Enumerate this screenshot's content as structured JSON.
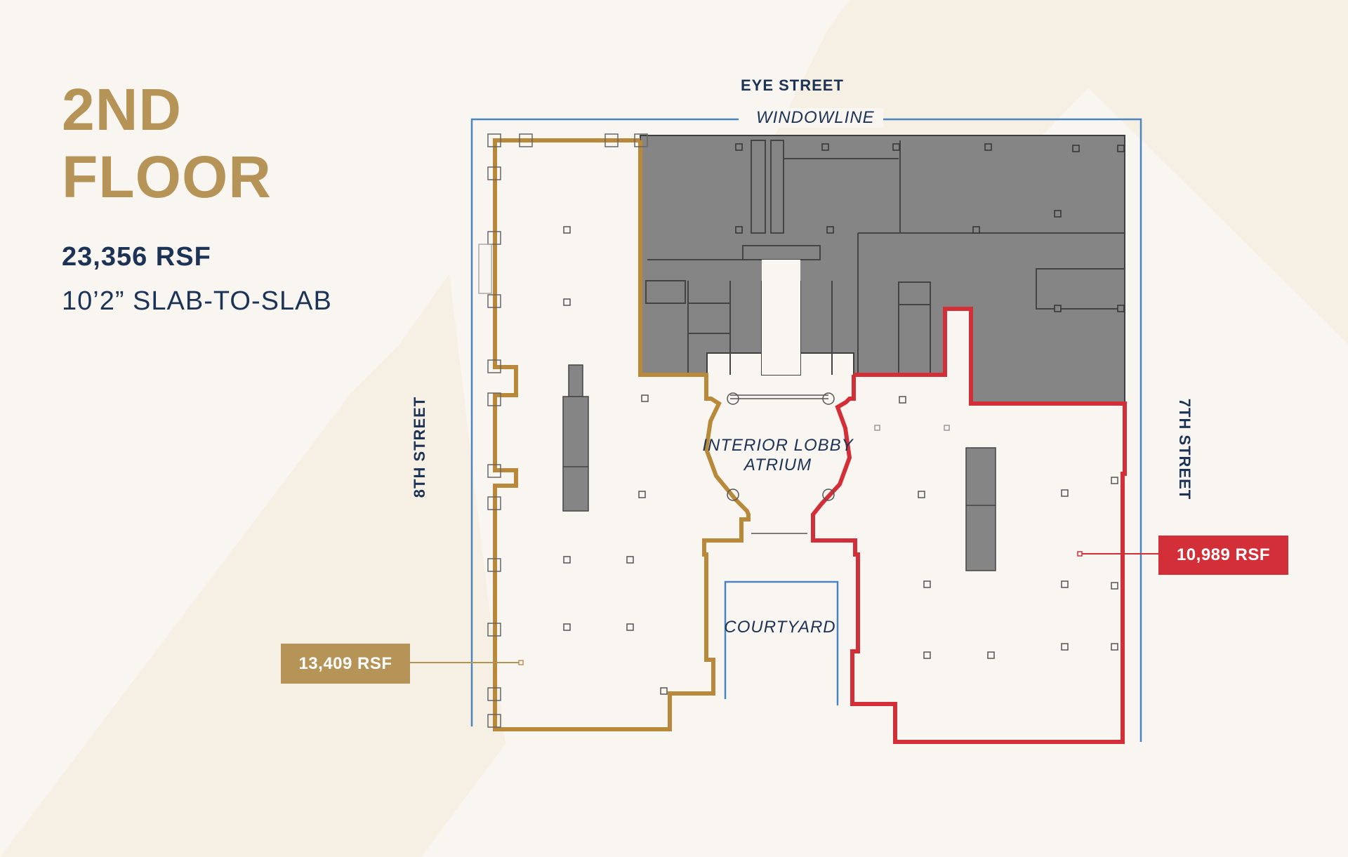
{
  "floor": {
    "title_line1": "2ND",
    "title_line2": "FLOOR",
    "total_rsf": "23,356 RSF",
    "ceiling": "10’2” SLAB-TO-SLAB"
  },
  "streets": {
    "north": "EYE STREET",
    "west": "8TH STREET",
    "east": "7TH STREET"
  },
  "plan_labels": {
    "windowline": "WINDOWLINE",
    "atrium_line1": "INTERIOR LOBBY",
    "atrium_line2": "ATRIUM",
    "courtyard": "COURTYARD"
  },
  "suites": [
    {
      "name": "west-suite",
      "rsf": "13,409 RSF",
      "color": "#b69458"
    },
    {
      "name": "east-suite",
      "rsf": "10,989 RSF",
      "color": "#d22f39"
    }
  ],
  "colors": {
    "background": "#f9f6f1",
    "band": "#f6efe3",
    "navy": "#1d3356",
    "gold": "#b69458",
    "gold_outline": "#b8893a",
    "red": "#d22f39",
    "windowline_blue": "#4a86bd",
    "core_gray": "#858585"
  }
}
